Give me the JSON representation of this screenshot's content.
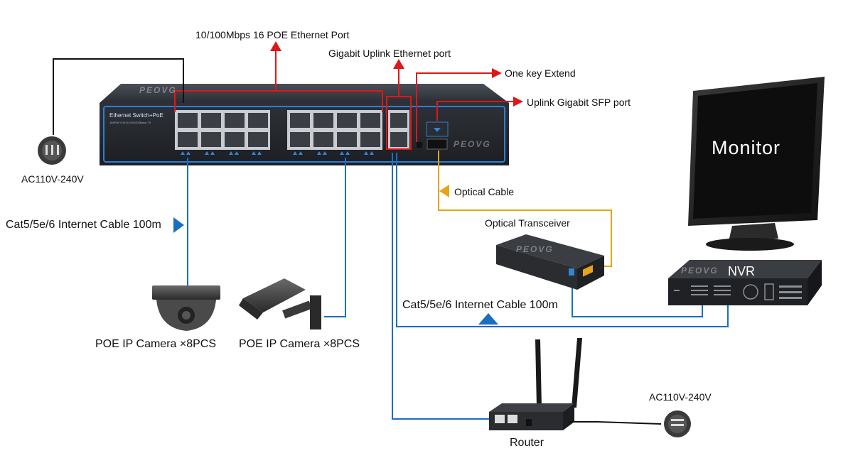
{
  "labels": {
    "poe_ports": "10/100Mbps 16 POE Ethernet Port",
    "gigabit_uplink": "Gigabit Uplink Ethernet port",
    "one_key_extend": "One key Extend",
    "sfp_port": "Uplink Gigabit SFP port",
    "power_left": "AC110V-240V",
    "optical_cable": "Optical Cable",
    "cable_left": "Cat5/5e/6 Internet Cable 100m",
    "optical_transceiver": "Optical Transceiver",
    "monitor": "Monitor",
    "nvr": "NVR",
    "cable_right": "Cat5/5e/6 Internet Cable 100m",
    "camera_dome": "POE IP Camera ×8PCS",
    "camera_bullet": "POE IP Camera ×8PCS",
    "power_right": "AC110V-240V",
    "router": "Router"
  },
  "device_text": {
    "brand": "PEOVG",
    "switch_title": "Ethernet Switch+PoE",
    "switch_subtitle": "16xPoE+2x10/100/1000Base-TX"
  },
  "colors": {
    "poe_link": "#1a6fc0",
    "callout": "#e0161b",
    "optical": "#e8a317",
    "device_body": "#2b2f35",
    "switch_trim": "#2c7fd6"
  },
  "icons": {
    "callout_arrow": "red-arrow-icon",
    "cable_arrow": "blue-arrow-icon",
    "optical_arrow": "orange-arrow-icon",
    "power_plug": "power-plug-icon"
  }
}
